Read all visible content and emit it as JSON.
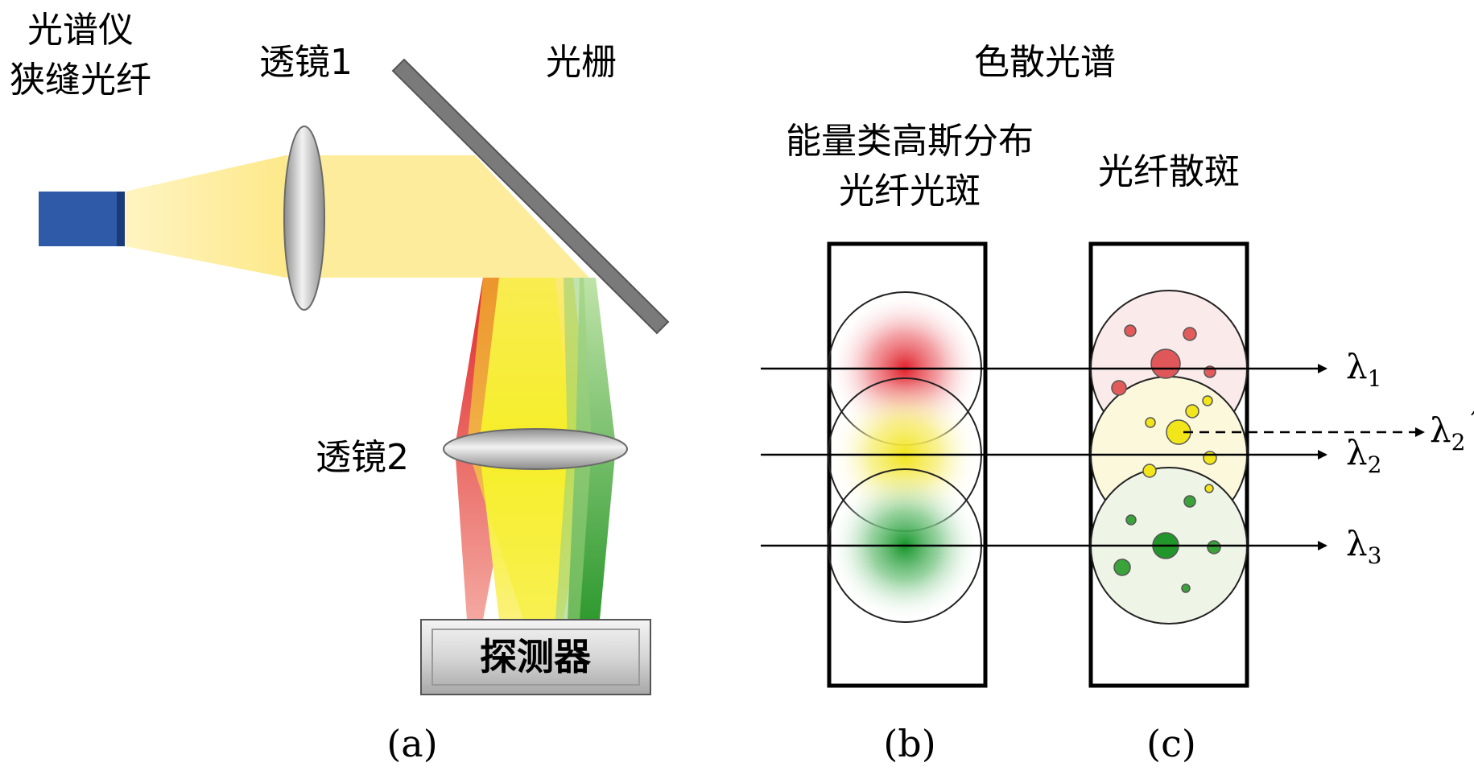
{
  "labels": {
    "slit_fiber_line1": "光谱仪",
    "slit_fiber_line2": "狭缝光纤",
    "lens1": "透镜1",
    "grating": "光栅",
    "lens2": "透镜2",
    "detector": "探测器",
    "dispersion_spectrum": "色散光谱",
    "gaussian_line1": "能量类高斯分布",
    "gaussian_line2": "光纤光斑",
    "scatter_spot": "光纤散斑"
  },
  "panels": {
    "a": "(a)",
    "b": "(b)",
    "c": "(c)"
  },
  "wavelengths": {
    "l1_base": "λ",
    "l1_sub": "1",
    "l2_base": "λ",
    "l2_sub": "2",
    "l3_base": "λ",
    "l3_sub": "3",
    "l2p_base": "λ",
    "l2p_sub": "2",
    "l2p_mark": "´"
  },
  "colors": {
    "fiber": "#2e5aa8",
    "beam": "#fde98a",
    "red": "#e03a3a",
    "yellow": "#f2e51a",
    "green": "#2e9a2e",
    "grating": "#7a7a7a",
    "lens": "#c8c8c8"
  }
}
